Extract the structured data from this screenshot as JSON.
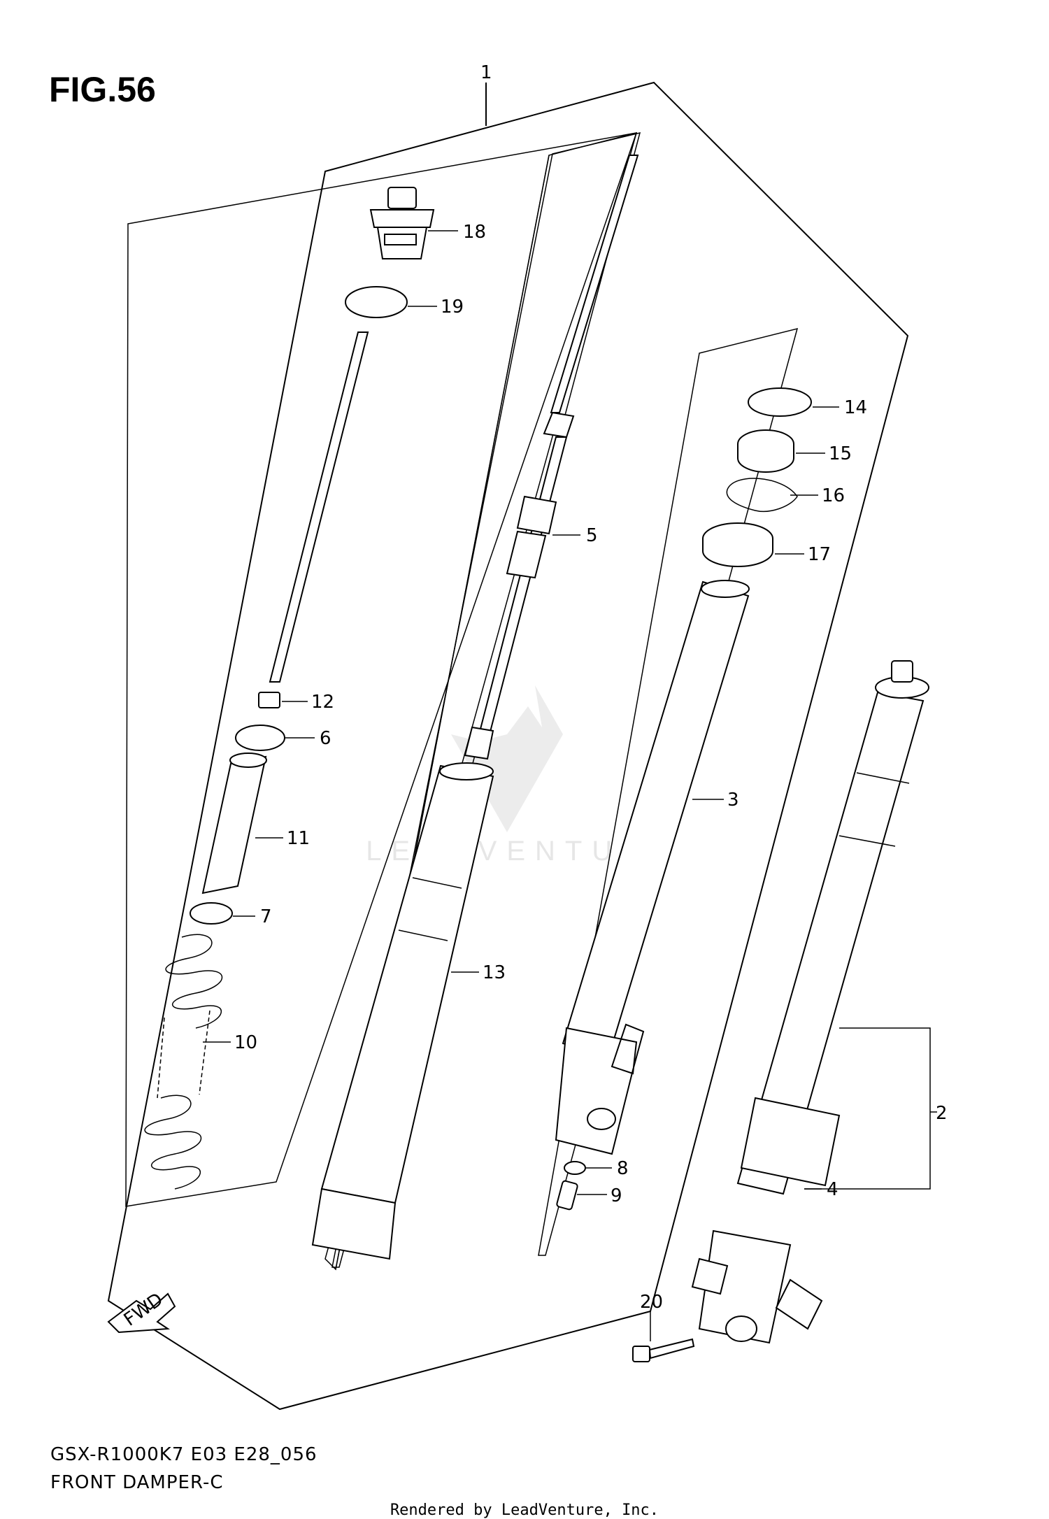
{
  "figure": {
    "title": "FIG.56",
    "model_code": "GSX-R1000K7 E03 E28_056",
    "subtitle": "FRONT DAMPER-C",
    "credit": "Rendered by LeadVenture, Inc.",
    "watermark": "LEADVENTURE",
    "fwd_label": "FWD"
  },
  "callouts": [
    {
      "id": "1",
      "label": "1"
    },
    {
      "id": "2",
      "label": "2"
    },
    {
      "id": "3",
      "label": "3"
    },
    {
      "id": "4",
      "label": "4"
    },
    {
      "id": "5",
      "label": "5"
    },
    {
      "id": "6",
      "label": "6"
    },
    {
      "id": "7",
      "label": "7"
    },
    {
      "id": "8",
      "label": "8"
    },
    {
      "id": "9",
      "label": "9"
    },
    {
      "id": "10",
      "label": "10"
    },
    {
      "id": "11",
      "label": "11"
    },
    {
      "id": "12",
      "label": "12"
    },
    {
      "id": "13",
      "label": "13"
    },
    {
      "id": "14",
      "label": "14"
    },
    {
      "id": "15",
      "label": "15"
    },
    {
      "id": "16",
      "label": "16"
    },
    {
      "id": "17",
      "label": "17"
    },
    {
      "id": "18",
      "label": "18"
    },
    {
      "id": "19",
      "label": "19"
    },
    {
      "id": "20",
      "label": "20"
    }
  ]
}
